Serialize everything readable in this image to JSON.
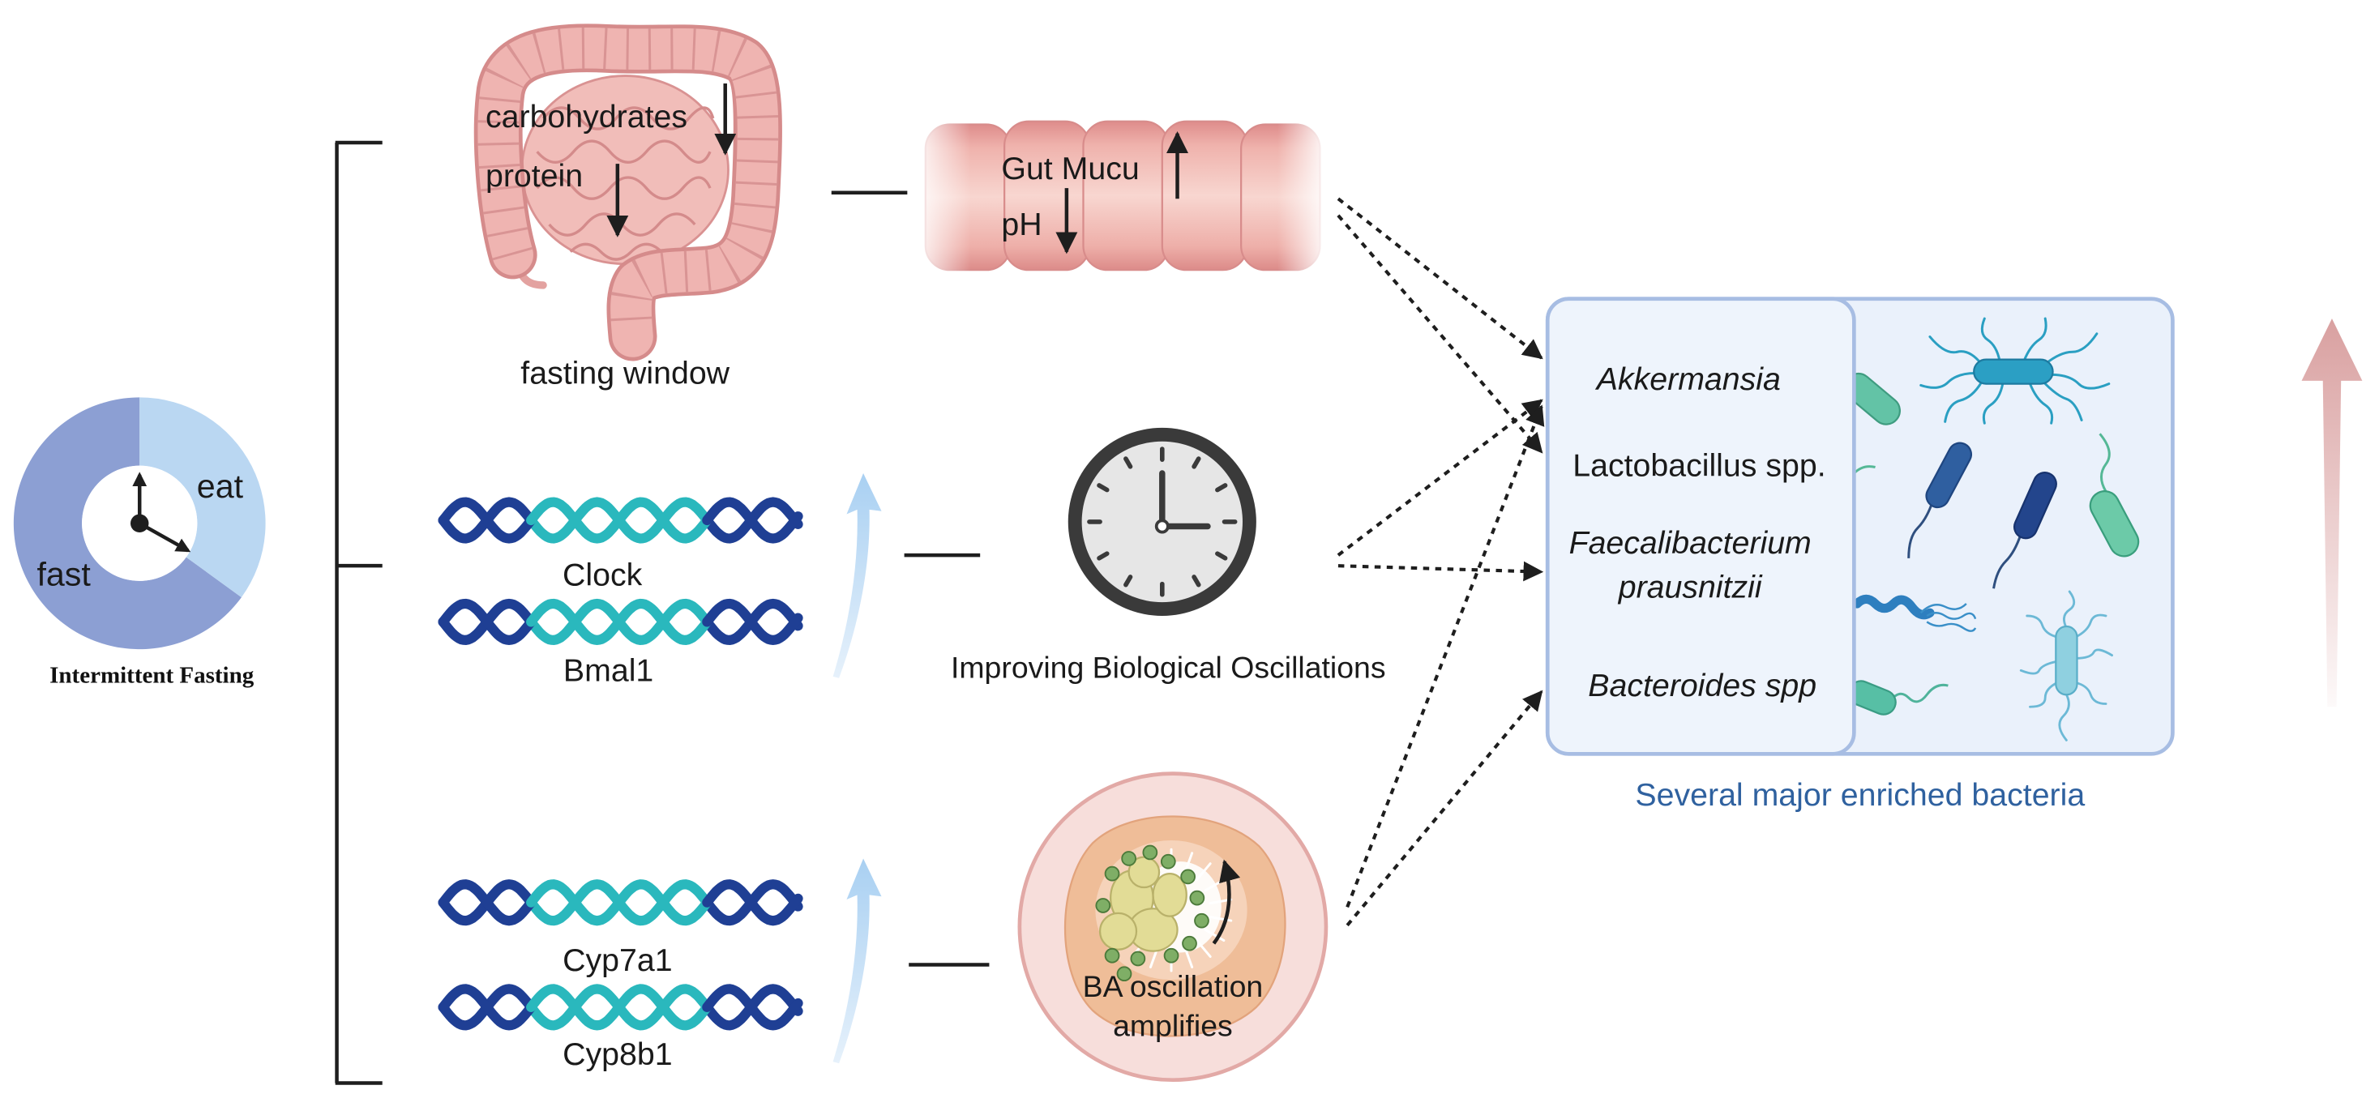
{
  "intermittent_fasting": {
    "fast_label": "fast",
    "eat_label": "eat",
    "eat_fraction": 0.35,
    "caption": "Intermittent Fasting"
  },
  "intestine": {
    "carbohydrates_label": "carbohydrates",
    "protein_label": "protein",
    "caption": "fasting window"
  },
  "gut_tissue": {
    "mucus_label": "Gut Mucu",
    "ph_label": "pH"
  },
  "clock_genes": [
    {
      "label": "Clock"
    },
    {
      "label": "Bmal1"
    }
  ],
  "bile_acid_genes": [
    {
      "label": "Cyp7a1"
    },
    {
      "label": "Cyp8b1"
    }
  ],
  "clock_icon": {
    "caption": "Improving Biological Oscillations"
  },
  "bile_acid": {
    "caption_line1": "BA oscillation",
    "caption_line2": "amplifies"
  },
  "bacteria": {
    "items": [
      {
        "label": "Akkermansia"
      },
      {
        "label": "Lactobacillus spp."
      },
      {
        "label": "Faecalibacterium",
        "label2": "prausnitzii"
      },
      {
        "label": "Bacteroides spp"
      }
    ],
    "caption": "Several major enriched bacteria"
  },
  "icons": {
    "fasting_clock": "clock-icon",
    "oscillation_clock": "clock-icon",
    "increase_arrow": "arrow-up-icon"
  },
  "colors": {
    "fast": "#8c9fd3",
    "eat": "#bad7f2",
    "dna_outer": "#1f3f94",
    "dna_inner": "#2ab8bd",
    "caption": "#2f619f",
    "increase_arrow": "#d9a0a0"
  }
}
